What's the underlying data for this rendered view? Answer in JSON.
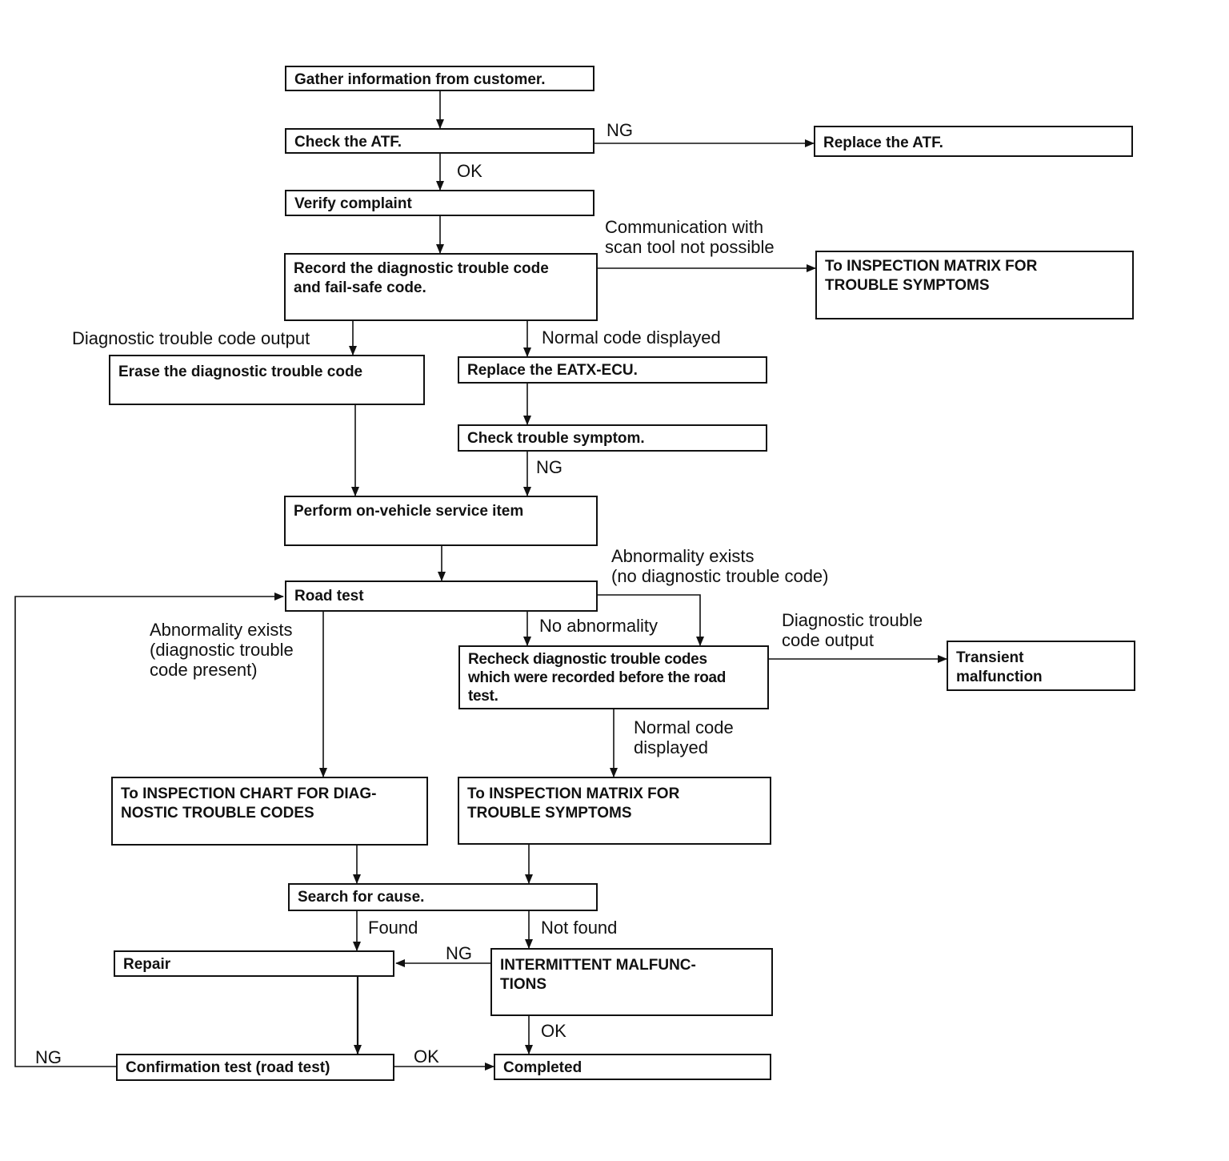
{
  "boxes": {
    "gather": "Gather information from customer.",
    "check_atf": "Check the ATF.",
    "replace_atf": "Replace the ATF.",
    "verify": "Verify complaint",
    "record": "Record the diagnostic trouble code\nand fail-safe code.",
    "matrix_top": "To INSPECTION MATRIX FOR\nTROUBLE SYMPTOMS",
    "erase": "Erase the diagnostic trouble code",
    "replace_ecu": "Replace the EATX-ECU.",
    "check_symptom": "Check trouble symptom.",
    "perform": "Perform on-vehicle service item",
    "road_test": "Road test",
    "recheck": "Recheck diagnostic trouble codes\nwhich were recorded before the road\ntest.",
    "transient": "Transient\nmalfunction",
    "chart_dtc": "To INSPECTION CHART FOR DIAG-\nNOSTIC TROUBLE CODES",
    "matrix_bottom": "To INSPECTION MATRIX FOR\nTROUBLE SYMPTOMS",
    "search": "Search for cause.",
    "repair": "Repair",
    "intermittent": "INTERMITTENT MALFUNC-\nTIONS",
    "confirmation": "Confirmation test (road test)",
    "completed": "Completed"
  },
  "labels": {
    "ng_atf": "NG",
    "ok_atf": "OK",
    "comm_fail": "Communication with\nscan tool not possible",
    "dtc_output_left": "Diagnostic trouble code output",
    "normal_code": "Normal code displayed",
    "ng_symptom": "NG",
    "abn_no_dtc": "Abnormality exists\n(no diagnostic trouble code)",
    "no_abnormality": "No abnormality",
    "abn_dtc": "Abnormality exists\n(diagnostic trouble\ncode present)",
    "dtc_output_right": "Diagnostic trouble\ncode output",
    "normal_code_2": "Normal code\ndisplayed",
    "found": "Found",
    "not_found": "Not found",
    "ng_intermittent": "NG",
    "ok_intermittent": "OK",
    "ng_confirm": "NG",
    "ok_confirm": "OK"
  }
}
